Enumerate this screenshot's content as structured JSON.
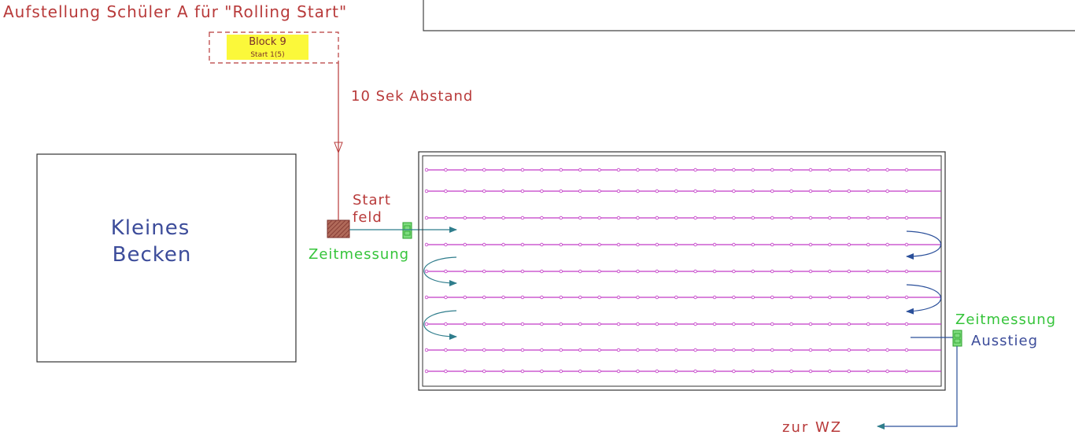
{
  "title": "Aufstellung Schüler A für \"Rolling Start\"",
  "block": {
    "name": "Block 9",
    "subtitle": "Start 1(5)"
  },
  "spacing_label": "10 Sek Abstand",
  "small_pool_label": [
    "Kleines",
    "Becken"
  ],
  "start_field_label": [
    "Start",
    "feld"
  ],
  "timing_start_label": "Zeitmessung",
  "timing_end_label": "Zeitmessung",
  "exit_label": "Ausstieg",
  "to_wz_label": "zur WZ",
  "lane_count": 9,
  "colors": {
    "red": "#b83a3a",
    "blue": "#3c4c9a",
    "green": "#35c43a",
    "lane": "#c23ac6",
    "arrow": "#2f7d8c",
    "highlight": "#fbf83a"
  }
}
